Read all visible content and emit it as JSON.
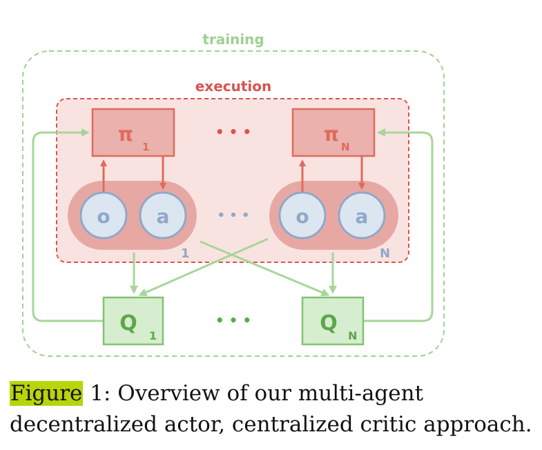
{
  "diagram": {
    "training_label": "training",
    "execution_label": "execution",
    "policy_symbol": "π",
    "critic_symbol": "Q",
    "obs_symbol": "o",
    "act_symbol": "a",
    "ellipsis": "• • •",
    "index_first": "1",
    "index_last": "N",
    "colors": {
      "training": "#9fd08f",
      "execution": "#d9534f",
      "policy_fill": "#eab1ad",
      "policy_stroke": "#e06a5c",
      "agent_pill": "#e7a8a4",
      "obs_circle_fill": "#dce6f0",
      "obs_circle_stroke": "#8fa8c8",
      "critic_fill": "#d7edcf",
      "critic_stroke": "#82c272",
      "critic_text": "#5aa84a",
      "index_text": "#8fa8c8"
    }
  },
  "caption": {
    "prefix": "Figure",
    "text": " 1:  Overview of our multi-agent decentralized actor, centralized critic approach."
  }
}
